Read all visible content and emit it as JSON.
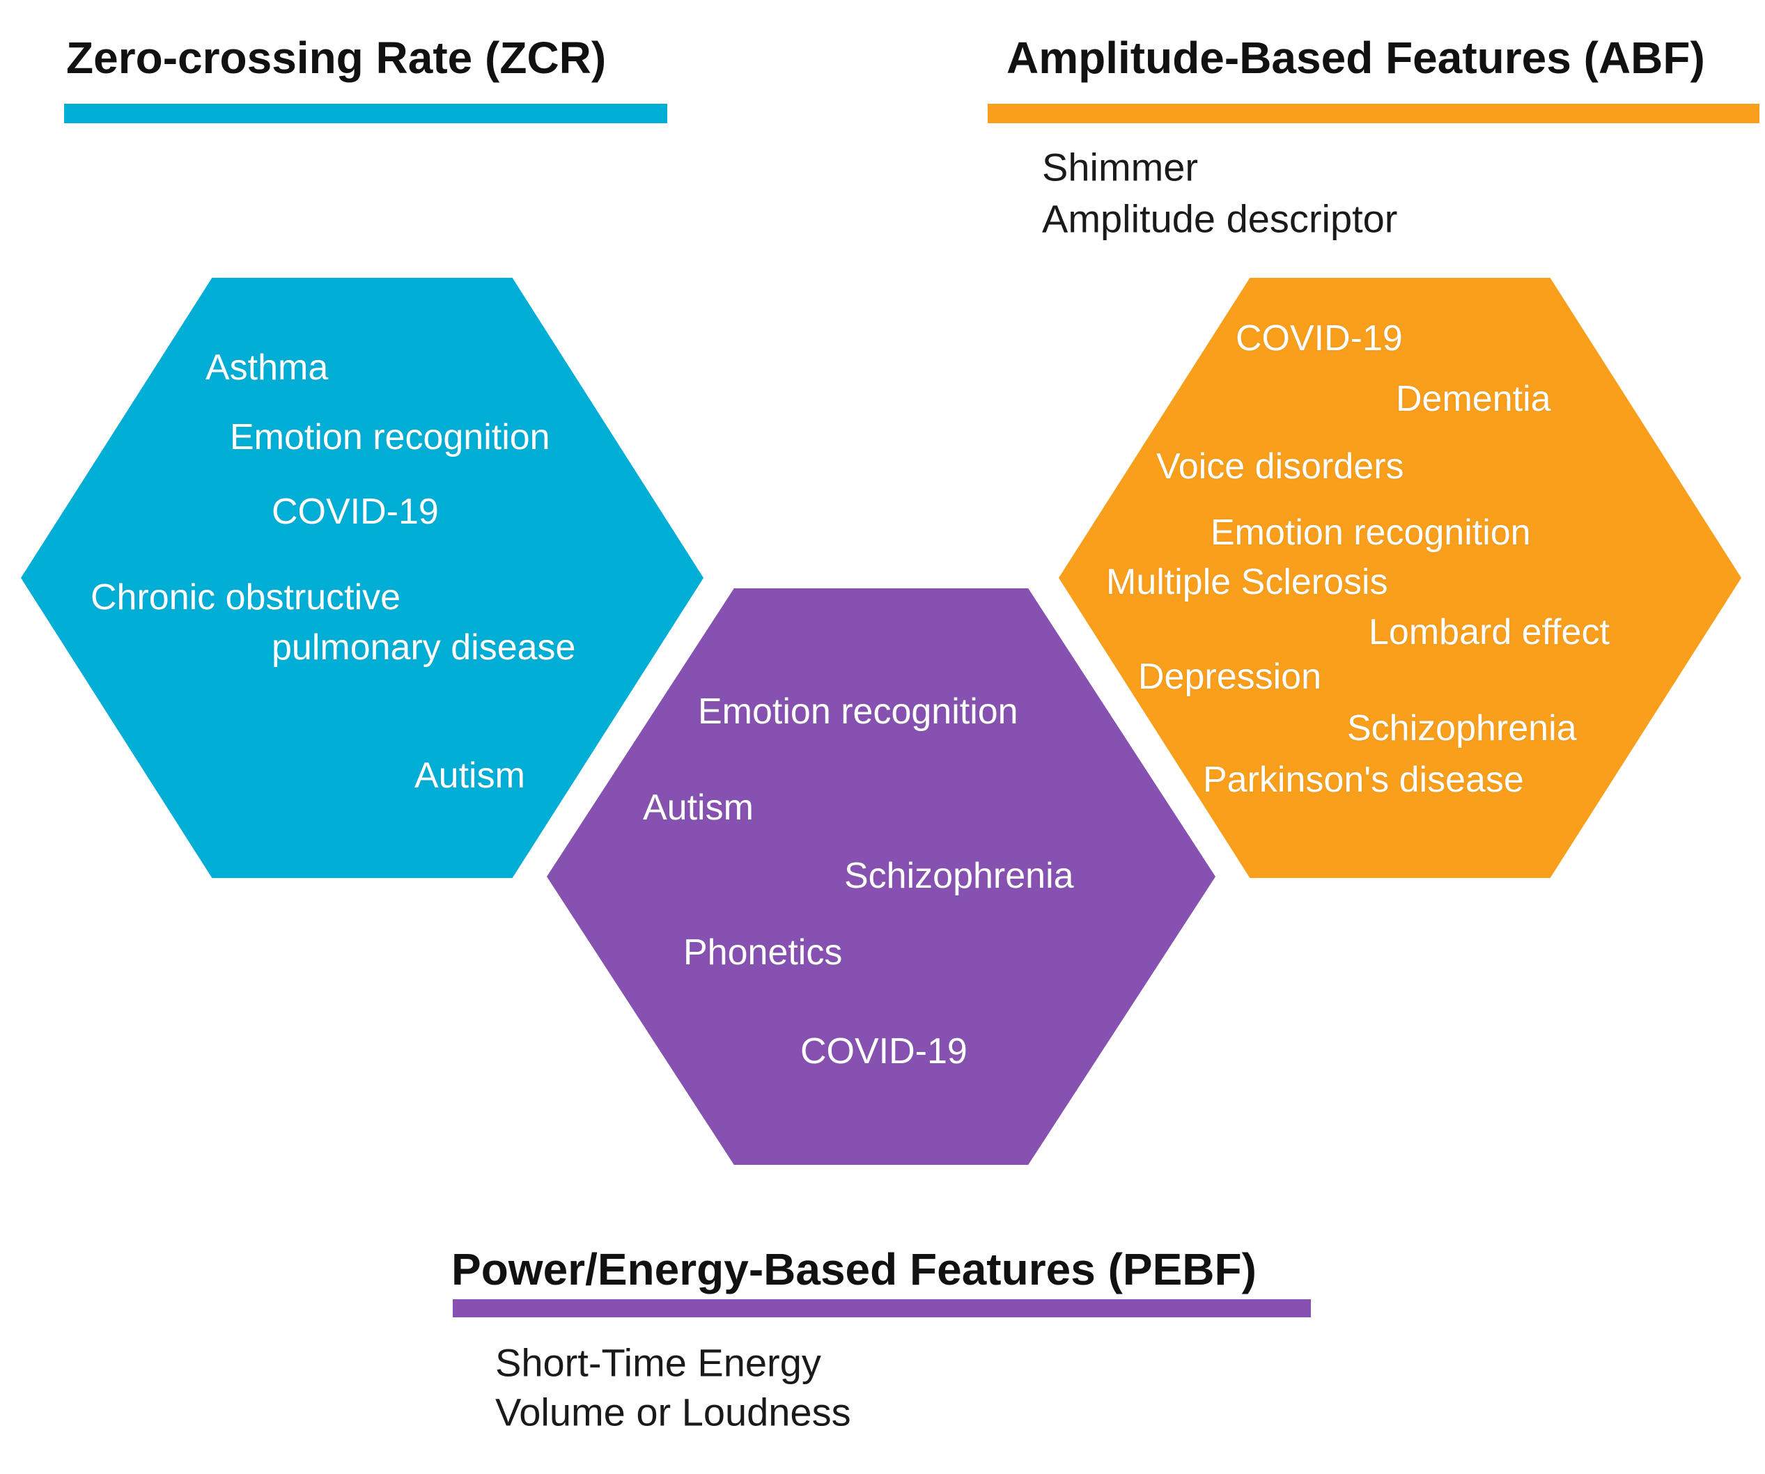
{
  "zcr": {
    "title": "Zero-crossing Rate (ZCR)",
    "color": "#00AED6",
    "subfeatures": [],
    "applications": [
      "Asthma",
      "Emotion recognition",
      "COVID-19",
      "Chronic obstructive",
      "pulmonary disease",
      "Autism"
    ]
  },
  "abf": {
    "title": "Amplitude-Based Features (ABF)",
    "color": "#F99F1B",
    "subfeatures": [
      "Shimmer",
      "Amplitude descriptor"
    ],
    "applications": [
      "COVID-19",
      "Dementia",
      "Voice disorders",
      "Emotion recognition",
      "Multiple Sclerosis",
      "Lombard effect",
      "Depression",
      "Schizophrenia",
      "Parkinson's disease"
    ]
  },
  "pebf": {
    "title": "Power/Energy-Based Features (PEBF)",
    "color": "#8651B1",
    "subfeatures": [
      "Short-Time Energy",
      "Volume or Loudness"
    ],
    "applications": [
      "Emotion recognition",
      "Autism",
      "Schizophrenia",
      "Phonetics",
      "COVID-19"
    ]
  }
}
